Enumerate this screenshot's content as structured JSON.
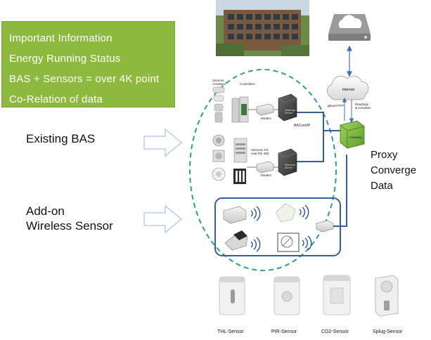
{
  "info_box": {
    "lines": [
      "Important  Information",
      "Energy Running Status",
      "BAS + Sensors = over 4K point",
      "Co-Relation of data"
    ]
  },
  "labels": {
    "existing_bas": "Existing BAS",
    "addon_line1": "Add-on",
    "addon_line2": "Wireless Sensor",
    "proxy": [
      "Proxy",
      "Converge",
      "Data"
    ]
  },
  "diagram": {
    "sensors_actuators": "Sensors\nActuators",
    "controllers": "Controllers",
    "modem1": "Modem",
    "modem2": "Modem",
    "siemens": "Siemens P2\nover RS-485",
    "bacnet": "BACnet/IP",
    "internet": "Internet",
    "gbus": "gBus/HTTP",
    "readings": "Readings\n& Actuation",
    "gateway": "Gateway",
    "server1": "Gateway\nServer",
    "server2": "Siemens\nServer"
  },
  "products": [
    {
      "label": "THL-Sensor"
    },
    {
      "label": "PIR-Sensor"
    },
    {
      "label": "CO2-Sensor"
    },
    {
      "label": "Splug-Sensor"
    }
  ],
  "colors": {
    "info_green": "#8dba3e",
    "ellipse_teal": "#2a9d9a",
    "wire_blue": "#2f5f9e",
    "gateway_green": "#7fbf3f"
  }
}
